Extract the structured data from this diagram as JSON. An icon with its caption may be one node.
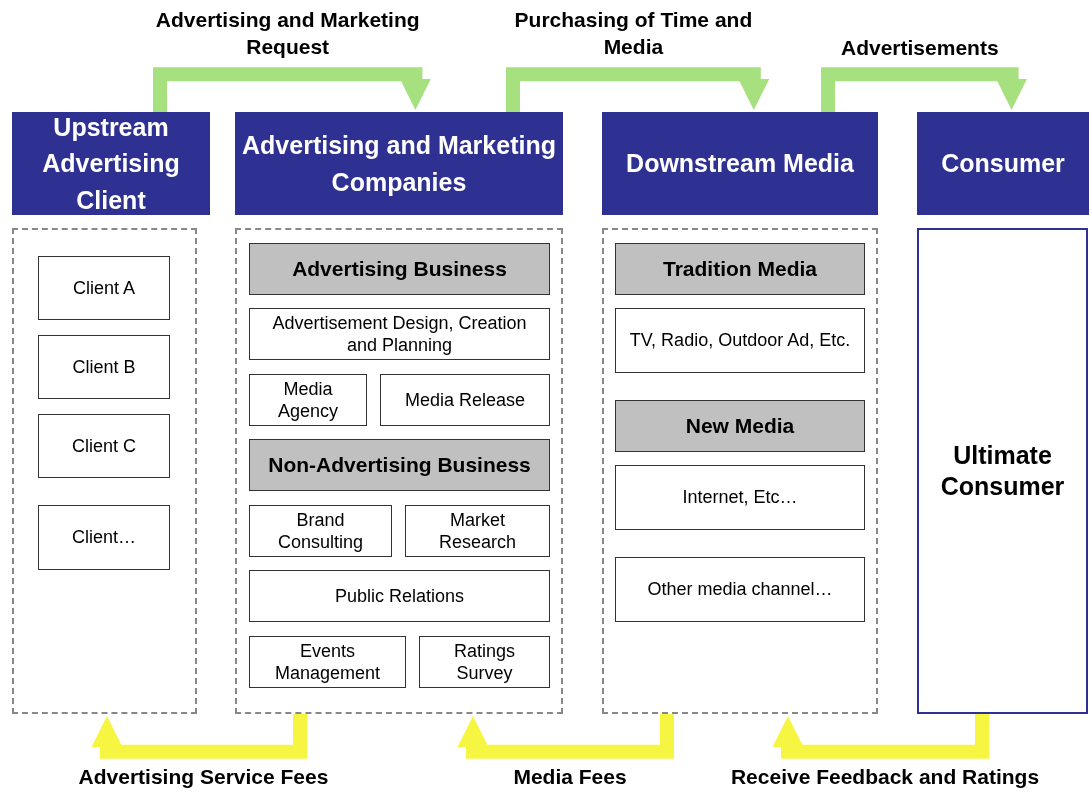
{
  "diagram": {
    "nodes": [
      {
        "text": [
          "Upstream Advertising Client"
        ]
      },
      {
        "text": [],
        "shape": "box"
      },
      {
        "text": [
          "Client A"
        ],
        "in": 1
      },
      {
        "text": [
          "Client B"
        ],
        "in": 1
      },
      {
        "text": [
          "Client C"
        ],
        "in": 1
      },
      {
        "text": [
          "Client…"
        ],
        "in": 1
      },
      {
        "text": [
          "Advertising and Marketing Companies"
        ]
      },
      {
        "text": [],
        "shape": "box"
      },
      {
        "text": [
          "Advertising Business"
        ],
        "in": 7
      },
      {
        "text": [
          "Advertisement Design, Creation and Planning"
        ],
        "in": 7
      },
      {
        "text": [
          "Media Agency"
        ],
        "in": 7
      },
      {
        "text": [
          "Media Release"
        ],
        "in": 7
      },
      {
        "text": [
          "Non-Advertising Business"
        ],
        "in": 7
      },
      {
        "text": [
          "Brand Consulting"
        ],
        "in": 7
      },
      {
        "text": [
          "Market Research"
        ],
        "in": 7
      },
      {
        "text": [
          "Public Relations"
        ],
        "in": 7
      },
      {
        "text": [
          "Events Management"
        ],
        "in": 7
      },
      {
        "text": [
          "Ratings Survey"
        ],
        "in": 7
      },
      {
        "text": [
          "Downstream Media"
        ]
      },
      {
        "text": [],
        "shape": "box"
      },
      {
        "text": [
          "Tradition Media"
        ],
        "in": 19
      },
      {
        "text": [
          "TV, Radio, Outdoor Ad, Etc."
        ],
        "in": 19
      },
      {
        "text": [
          "New Media"
        ],
        "in": 19
      },
      {
        "text": [
          "Internet, Etc…"
        ],
        "in": 19
      },
      {
        "text": [
          "Other media channel…"
        ],
        "in": 19
      },
      {
        "text": [
          "Consumer"
        ]
      },
      {
        "text": [
          "Ultimate Consumer"
        ]
      }
    ],
    "edges": [
      {
        "from": 0,
        "to": 6,
        "arrow": "to",
        "label": "Advertising and Marketing Request",
        "color": "#a6e07f"
      },
      {
        "from": 6,
        "to": 18,
        "arrow": "to",
        "label": "Purchasing of Time and Media",
        "color": "#a6e07f"
      },
      {
        "from": 18,
        "to": 25,
        "arrow": "to",
        "label": "Advertisements",
        "color": "#a6e07f"
      },
      {
        "from": 7,
        "to": 1,
        "arrow": "to",
        "label": "Advertising Service Fees",
        "color": "#f5f542"
      },
      {
        "from": 19,
        "to": 7,
        "arrow": "to",
        "label": "Media Fees",
        "color": "#f5f542"
      },
      {
        "from": 26,
        "to": 19,
        "arrow": "to",
        "label": "Receive Feedback and Ratings",
        "color": "#f5f542"
      }
    ]
  }
}
